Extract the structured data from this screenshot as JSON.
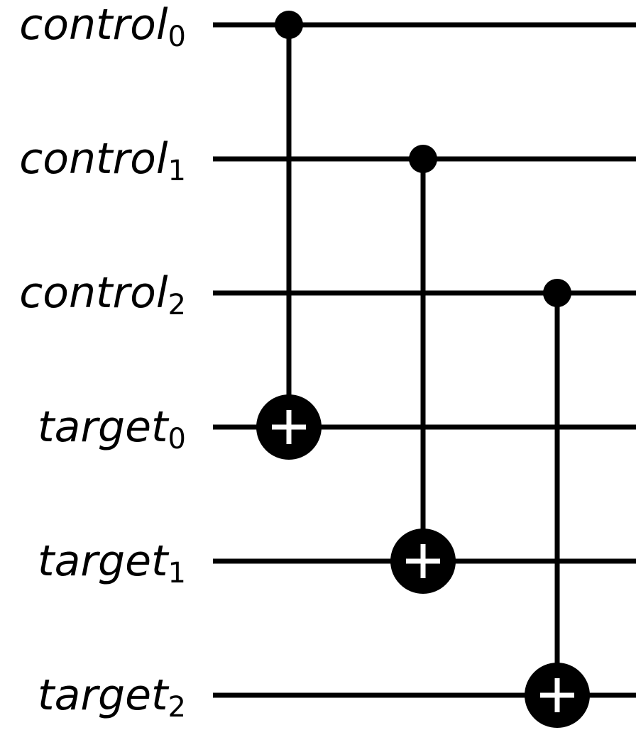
{
  "colors": {
    "ink": "#000000",
    "background": "#ffffff",
    "target_plus": "#ffffff"
  },
  "qubits": [
    {
      "base": "control",
      "index": "0"
    },
    {
      "base": "control",
      "index": "1"
    },
    {
      "base": "control",
      "index": "2"
    },
    {
      "base": "target",
      "index": "0"
    },
    {
      "base": "target",
      "index": "1"
    },
    {
      "base": "target",
      "index": "2"
    }
  ],
  "gates": [
    {
      "type": "CNOT",
      "control": 0,
      "target": 3,
      "column": 0
    },
    {
      "type": "CNOT",
      "control": 1,
      "target": 4,
      "column": 1
    },
    {
      "type": "CNOT",
      "control": 2,
      "target": 5,
      "column": 2
    }
  ]
}
